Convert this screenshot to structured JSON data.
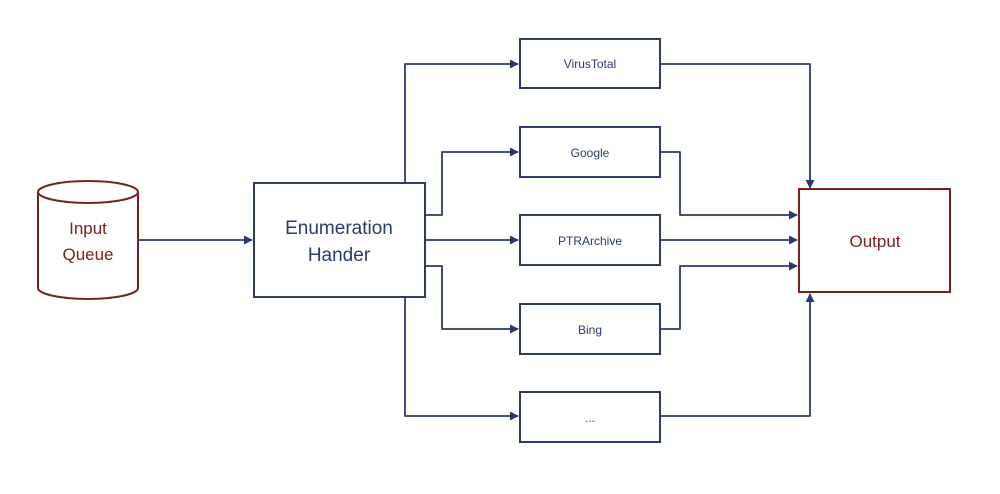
{
  "colors": {
    "navy": "#2b3a6b",
    "dark_red": "#7a1f1f",
    "background": "#ffffff"
  },
  "nodes": {
    "input_queue": {
      "line1": "Input",
      "line2": "Queue"
    },
    "enumeration_handler": {
      "line1": "Enumeration",
      "line2": "Hander"
    },
    "sources": {
      "virustotal": "VirusTotal",
      "google": "Google",
      "ptrarchive": "PTRArchive",
      "bing": "Bing",
      "more": "..."
    },
    "output": "Output"
  }
}
